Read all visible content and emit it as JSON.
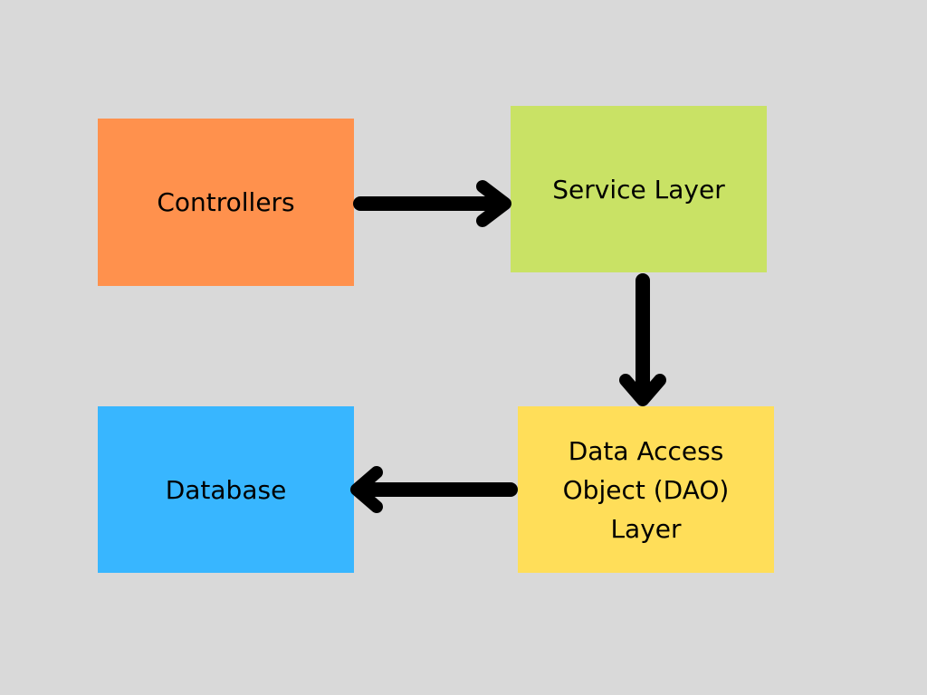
{
  "diagram": {
    "background_color": "#D9D9D9",
    "boxes": [
      {
        "id": "controllers",
        "lines": [
          "Controllers"
        ],
        "color": "#FF914D"
      },
      {
        "id": "service",
        "lines": [
          "Service Layer"
        ],
        "color": "#C9E265"
      },
      {
        "id": "dao",
        "lines": [
          "Data Access",
          "Object (DAO)",
          "Layer"
        ],
        "color": "#FFDE59"
      },
      {
        "id": "database",
        "lines": [
          "Database"
        ],
        "color": "#38B6FF"
      }
    ],
    "connections": [
      {
        "from": "Controllers",
        "to": "Service Layer"
      },
      {
        "from": "Service Layer",
        "to": "Data Access Object (DAO) Layer"
      },
      {
        "from": "Data Access Object (DAO) Layer",
        "to": "Database"
      }
    ],
    "arrow_color": "#000000"
  }
}
